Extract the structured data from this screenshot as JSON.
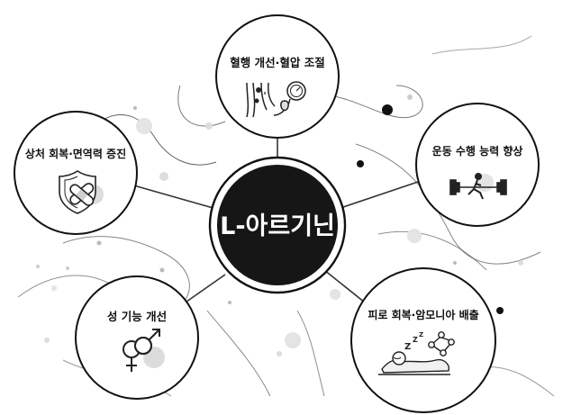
{
  "center": {
    "label": "L-아르기닌"
  },
  "nodes": [
    {
      "id": "blood-pressure",
      "label": "혈행 개선·혈압 조절",
      "icon": "blood-vessel-and-blood-pressure-gauge-icon"
    },
    {
      "id": "exercise",
      "label": "운동 수행 능력 향상",
      "icon": "barbell-runner-icon"
    },
    {
      "id": "fatigue",
      "label": "피로 회복·암모니아 배출",
      "icon": "sleeping-person-icon"
    },
    {
      "id": "sexual",
      "label": "성 기능 개선",
      "icon": "gender-symbols-icon"
    },
    {
      "id": "wound",
      "label": "상처 회복·면역력 증진",
      "icon": "shield-bandage-icon"
    }
  ],
  "colors": {
    "ink": "#111111",
    "center_fill": "#161616",
    "line": "#333333",
    "soft": "#e2e2e2"
  }
}
